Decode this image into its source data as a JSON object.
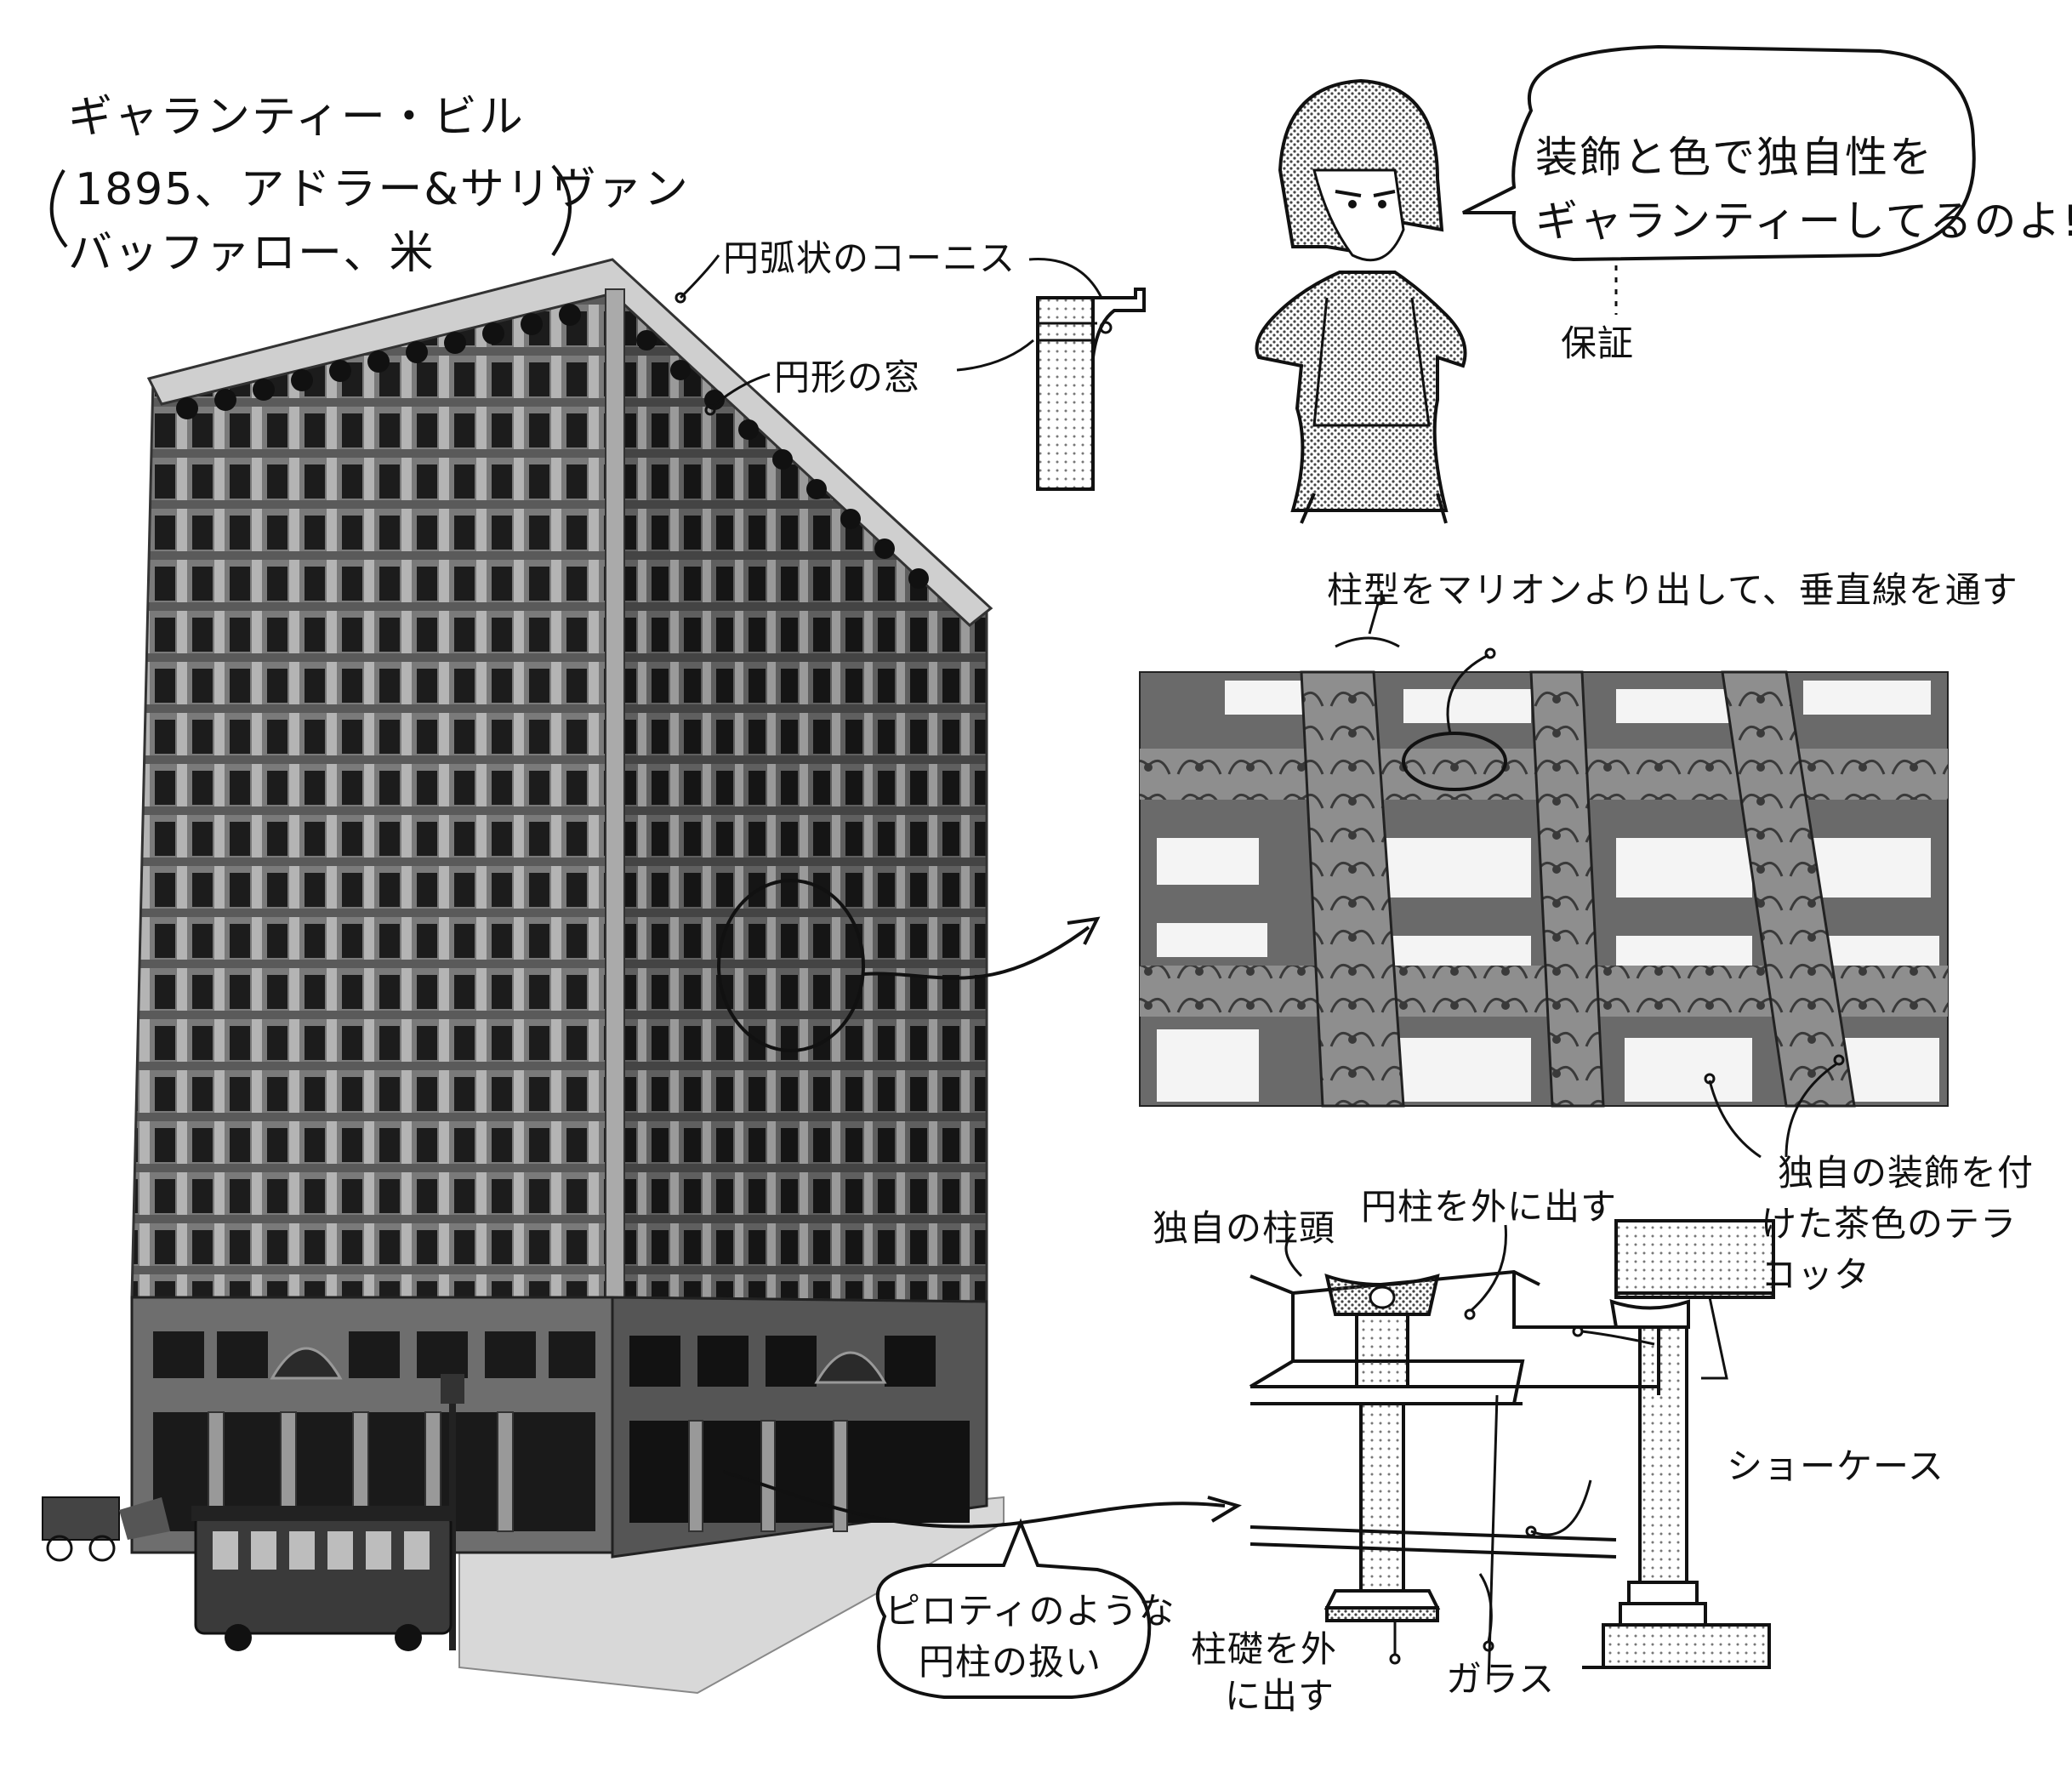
{
  "title": {
    "line1": "ギャランティー・ビル",
    "line2": "1895、アドラー&サリヴァン",
    "line3": "バッファロー、米"
  },
  "labels": {
    "cornice": "円弧状のコーニス",
    "round_window": "円形の窓",
    "pillar_mullion": "柱型をマリオンより出して、垂直線を通す",
    "terracotta_1": "独自の装飾を付",
    "terracotta_2": "けた茶色のテラ",
    "terracotta_3": "コッタ",
    "capital": "独自の柱頭",
    "column_out": "円柱を外に出す",
    "showcase": "ショーケース",
    "base_out_1": "柱礎を外",
    "base_out_2": "に出す",
    "glass": "ガラス"
  },
  "speech": {
    "line1": "装飾と色で独自性を",
    "line2": "ギャランティーしてるのよ!",
    "note": "保証"
  },
  "piloti": {
    "line1": "ピロティのような",
    "line2": "円柱の扱い"
  }
}
